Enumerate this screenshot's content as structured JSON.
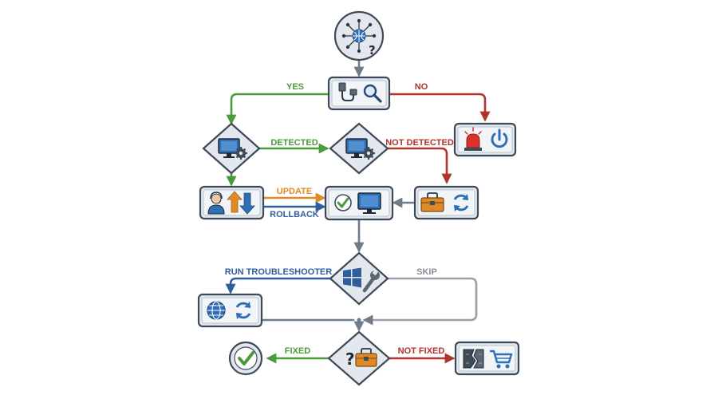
{
  "colors": {
    "green": "#4a9b3c",
    "red": "#b0332e",
    "orange": "#e08a26",
    "blue": "#2f5e9a",
    "gray": "#9aa0a6",
    "node_fill": "#e3e8ee",
    "node_stroke": "#3f4a58"
  },
  "edges": {
    "yes": "YES",
    "no": "NO",
    "detected": "DETECTED",
    "not_detected": "NOT DETECTED",
    "update": "UPDATE",
    "rollback": "ROLLBACK",
    "run_troubleshooter": "RUN TROUBLESHOOTER",
    "skip": "SKIP",
    "fixed": "FIXED",
    "not_fixed": "NOT FIXED"
  },
  "icons": {
    "start": [
      "network-globe-icon",
      "question-mark-icon"
    ],
    "check_cable": [
      "usb-cable-icon",
      "magnifier-icon"
    ],
    "alert_power": [
      "alarm-siren-icon",
      "power-icon"
    ],
    "device_settings_1": [
      "monitor-gear-icon"
    ],
    "device_settings_2": [
      "monitor-gear-icon"
    ],
    "driver_update": [
      "user-support-icon",
      "up-down-arrows-icon"
    ],
    "check_display": [
      "check-circle-icon",
      "monitor-icon"
    ],
    "reinstall": [
      "toolbox-icon",
      "refresh-icon"
    ],
    "windows_tools": [
      "windows-logo-icon",
      "wrench-icon"
    ],
    "network_reset": [
      "globe-icon",
      "refresh-icon"
    ],
    "final_decision": [
      "question-mark-icon",
      "toolbox-icon"
    ],
    "done": [
      "check-circle-icon"
    ],
    "replace": [
      "broken-chip-icon",
      "shopping-cart-icon"
    ]
  }
}
